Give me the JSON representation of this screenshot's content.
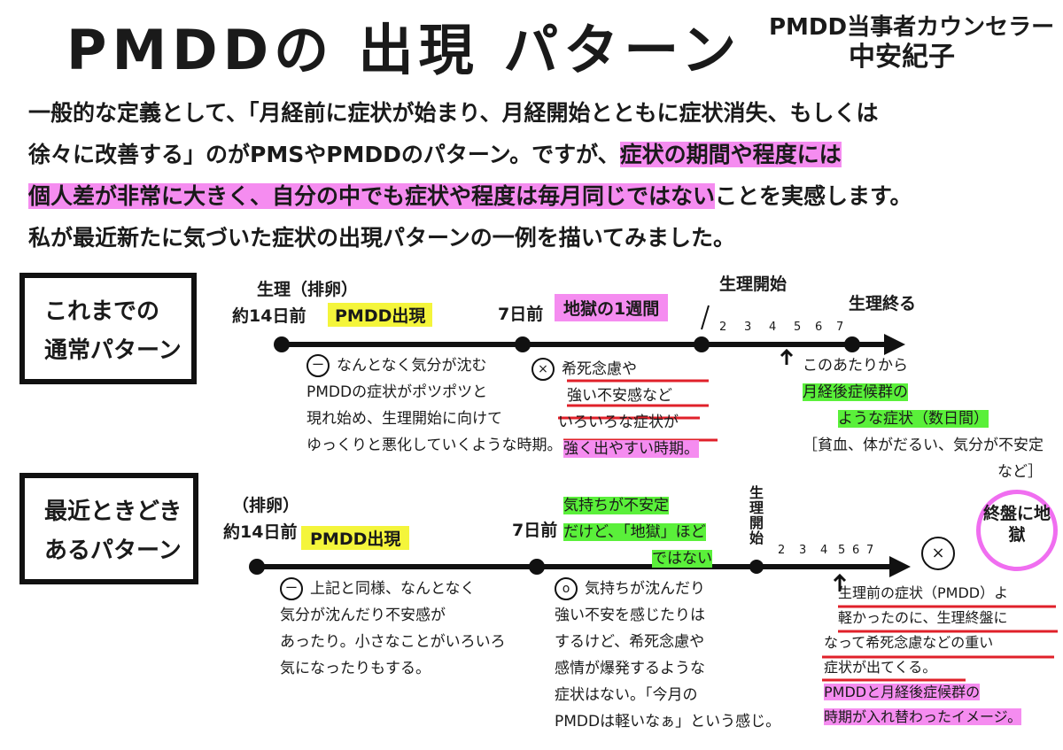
{
  "header": {
    "title": "PMDDの 出現 パターン",
    "author_role": "PMDD当事者カウンセラー",
    "author_name": "中安紀子"
  },
  "intro": {
    "line1": "一般的な定義として、「月経前に症状が始まり、月経開始とともに症状消失、もしくは",
    "line2a": "徐々に改善する」のがPMSやPMDDのパターン。ですが、",
    "line2b": "症状の期間や程度には",
    "line3a": "個人差が非常に大きく、自分の中でも症状や程度は毎月同じではない",
    "line3b": "ことを実感します。",
    "line4": "私が最近新たに気づいた症状の出現パターンの一例を描いてみました。"
  },
  "pattern1": {
    "box_line1": "これまでの",
    "box_line2": "通常パターン",
    "ovulation_label": "生理（排卵）",
    "day14_label": "約14日前",
    "pmdd_onset": "PMDD出現",
    "day7_label": "7日前",
    "hell_week": "地獄の1週間",
    "period_start": "生理開始",
    "period_end": "生理終る",
    "note_early_head": "なんとなく気分が沈む",
    "note_early_1": "PMDDの症状がポツポツと",
    "note_early_2": "現れ始め、生理開始に向けて",
    "note_early_3": "ゆっくりと悪化していくような時期。",
    "note_mid_1": "希死念慮や",
    "note_mid_2": "強い不安感など",
    "note_mid_3": "いろいろな症状が",
    "note_mid_4": "強く出やすい時期。",
    "note_post_head": "このあたりから",
    "note_post_1": "月経後症候群の",
    "note_post_2": "ような症状（数日間）",
    "note_post_3": "［貧血、体がだるい、気分が不安定",
    "note_post_4": "など］"
  },
  "pattern2": {
    "box_line1": "最近ときどき",
    "box_line2": "あるパターン",
    "ovulation_label": "（排卵）",
    "day14_label": "約14日前",
    "pmdd_onset": "PMDD出現",
    "day7_label": "7日前",
    "mood_1": "気持ちが不安定",
    "mood_2": "だけど、「地獄」ほど",
    "mood_3": "ではない",
    "period_start": "生理開始",
    "bubble_text": "終盤に地獄",
    "note_early_1": "上記と同様、なんとなく",
    "note_early_2": "気分が沈んだり不安感が",
    "note_early_3": "あったり。小さなことがいろいろ",
    "note_early_4": "気になったりもする。",
    "note_mid_1": "気持ちが沈んだり",
    "note_mid_2": "強い不安を感じたりは",
    "note_mid_3": "するけど、希死念慮や",
    "note_mid_4": "感情が爆発するような",
    "note_mid_5": "症状はない。「今月の",
    "note_mid_6": "PMDDは軽いなぁ」という感じ。",
    "note_post_1": "生理前の症状（PMDD）よ",
    "note_post_2": "軽かったのに、生理終盤に",
    "note_post_3": "なって希死念慮などの重い",
    "note_post_4": "症状が出てくる。",
    "note_post_5": "PMDDと月経後症候群の",
    "note_post_6": "時期が入れ替わったイメージ。"
  },
  "day_ticks": [
    "2",
    "3",
    "4",
    "5",
    "6",
    "7"
  ],
  "colors": {
    "pink": "#f58cf0",
    "yellow": "#f4f53b",
    "green": "#5af03a",
    "red_underline": "#e0202a"
  }
}
